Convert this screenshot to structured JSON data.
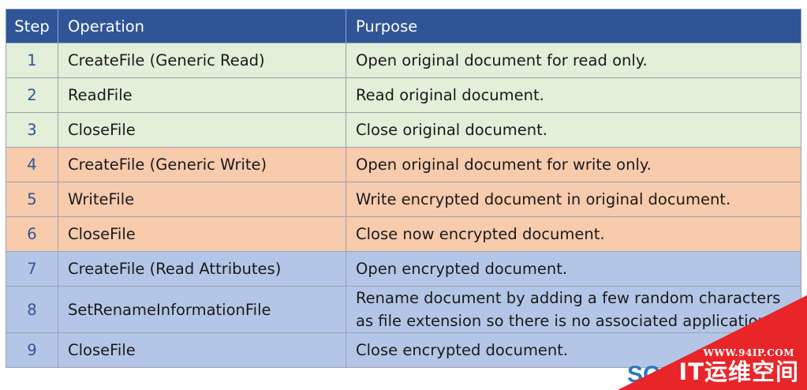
{
  "table": {
    "headers": [
      "Step",
      "Operation",
      "Purpose"
    ],
    "rows": [
      {
        "step": "1",
        "operation": "CreateFile (Generic Read)",
        "purpose": "Open original document for read only."
      },
      {
        "step": "2",
        "operation": "ReadFile",
        "purpose": "Read original document."
      },
      {
        "step": "3",
        "operation": "CloseFile",
        "purpose": "Close original document."
      },
      {
        "step": "4",
        "operation": "CreateFile (Generic Write)",
        "purpose": "Open original document for write only."
      },
      {
        "step": "5",
        "operation": "WriteFile",
        "purpose": "Write encrypted document in original document."
      },
      {
        "step": "6",
        "operation": "CloseFile",
        "purpose": "Close now encrypted document."
      },
      {
        "step": "7",
        "operation": "CreateFile (Read Attributes)",
        "purpose": "Open encrypted document."
      },
      {
        "step": "8",
        "operation": "SetRenameInformationFile",
        "purpose": "Rename document by adding a few random characters as file extension so there is no associated application."
      },
      {
        "step": "9",
        "operation": "CloseFile",
        "purpose": "Close encrypted document."
      }
    ]
  },
  "colors": {
    "header": "#2f5597",
    "read_group": "#e2efd9",
    "write_group": "#f8cbad",
    "encrypted_group": "#b4c6e7",
    "watermark": "#e8262a"
  },
  "watermark": {
    "url": "WWW.94IP.COM",
    "title": "IT运维空间",
    "logo_fragment": "SC"
  }
}
